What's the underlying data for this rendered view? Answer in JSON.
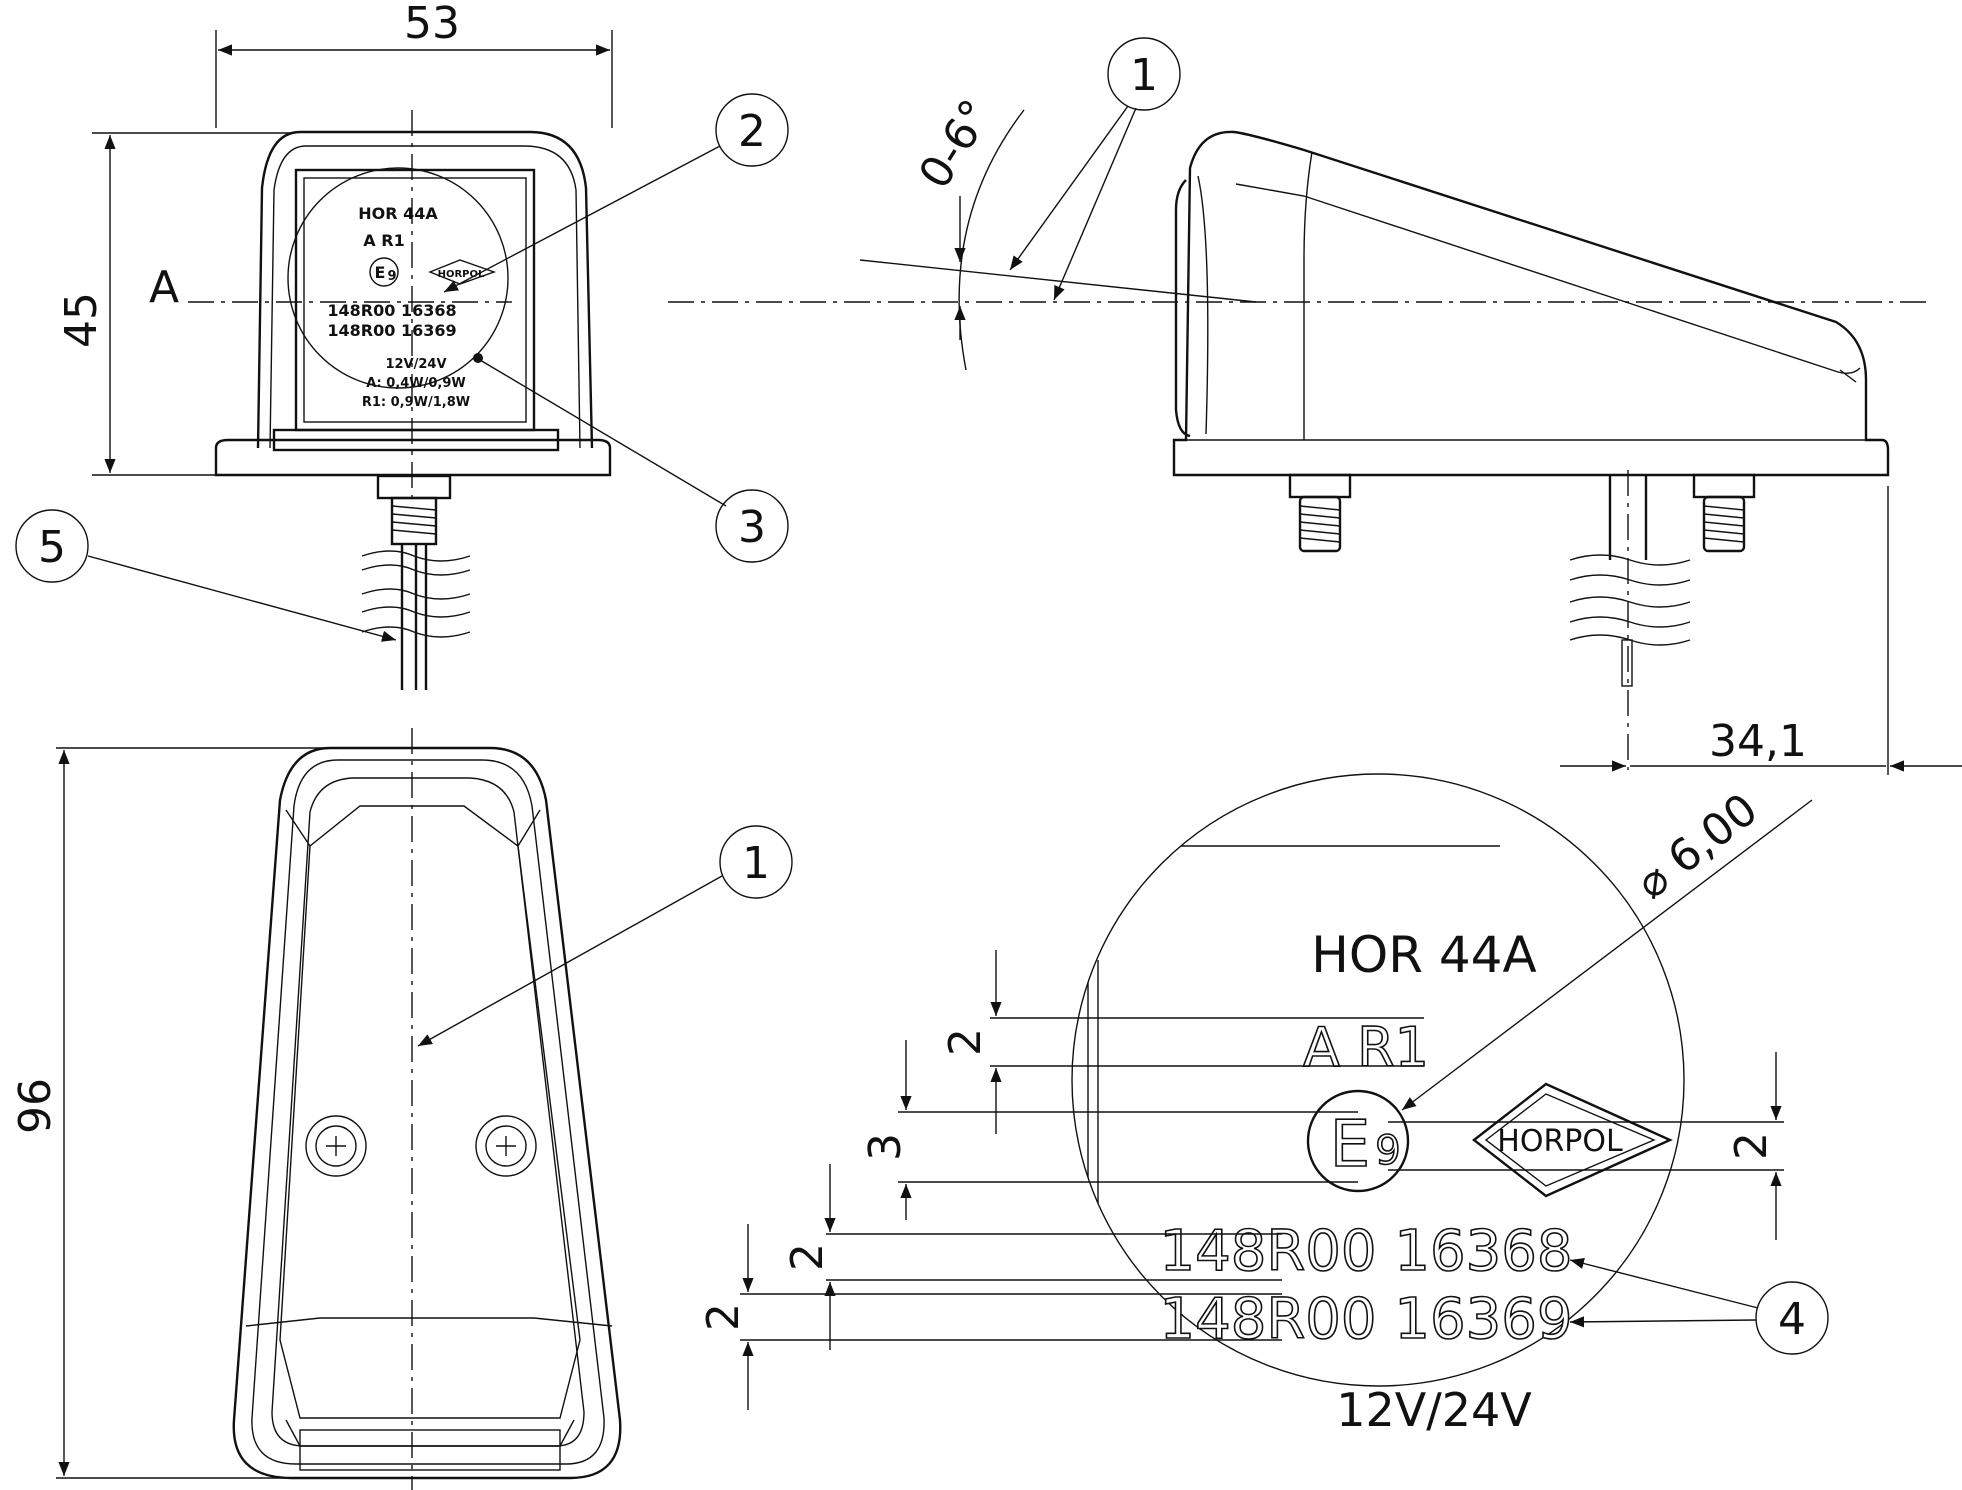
{
  "dimensions": {
    "width_top": "53",
    "height_front": "45",
    "length_bottom": "96",
    "offset_side": "34,1",
    "angle": "0-6°",
    "diameter": "⌀ 6,00",
    "detail_spacing": [
      "2",
      "3",
      "2",
      "2",
      "2"
    ]
  },
  "section_label": "A",
  "callouts": [
    "1",
    "2",
    "3",
    "4",
    "5",
    "1"
  ],
  "marking": {
    "model": "HOR 44A",
    "class": "A  R1",
    "approval_mark": "E",
    "approval_country": "9",
    "brand": "HORPOL",
    "approval_no_1": "148R00 16368",
    "approval_no_2": "148R00 16369",
    "voltage": "12V/24V",
    "power_a": "A: 0,4W/0,9W",
    "power_r1": "R1: 0,9W/1,8W",
    "power_a_cut": "A: 0,4W/0"
  }
}
